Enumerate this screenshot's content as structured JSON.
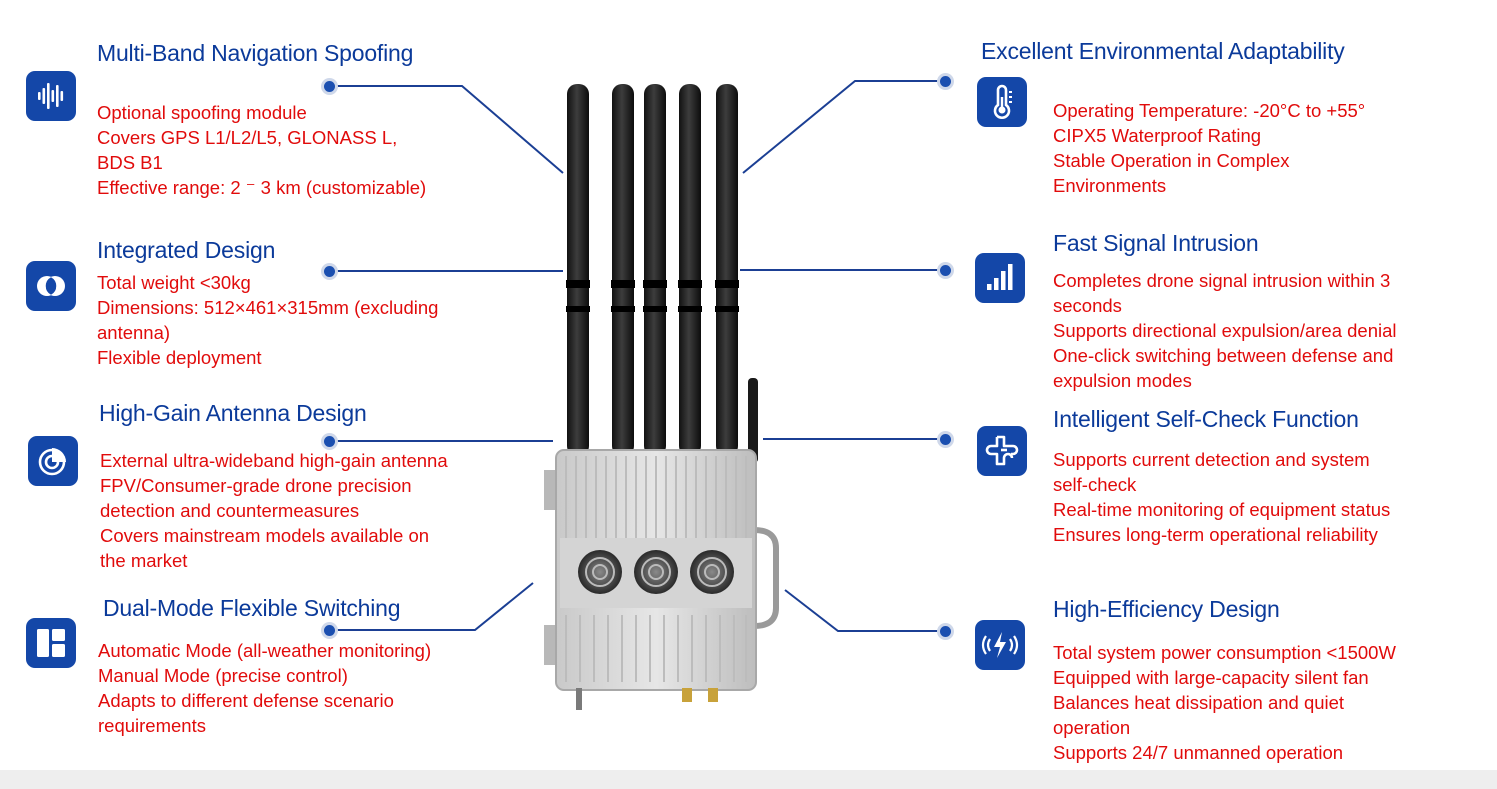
{
  "left_features": [
    {
      "title": "Multi-Band Navigation Spoofing",
      "icon": "audio-wave-icon",
      "lines": [
        "Optional spoofing module",
        "Covers GPS L1/L2/L5, GLONASS L,",
        "BDS B1",
        "Effective range: 2 ⁻ 3 km (customizable)"
      ]
    },
    {
      "title": "Integrated Design",
      "icon": "overlap-circles-icon",
      "lines": [
        "Total weight <30kg",
        "Dimensions: 512×461×315mm (excluding",
        "antenna)",
        "Flexible deployment"
      ]
    },
    {
      "title": "High-Gain Antenna Design",
      "icon": "radar-sweep-icon",
      "lines": [
        "External ultra-wideband high-gain antenna",
        "FPV/Consumer-grade drone precision",
        "detection and countermeasures",
        "Covers mainstream models available on",
        "the market"
      ]
    },
    {
      "title": "Dual-Mode Flexible Switching",
      "icon": "layout-panels-icon",
      "lines": [
        "Automatic Mode (all-weather monitoring)",
        "Manual Mode (precise control)",
        "Adapts to different defense scenario",
        "requirements"
      ]
    }
  ],
  "right_features": [
    {
      "title": "Excellent Environmental Adaptability",
      "icon": "thermometer-icon",
      "lines": [
        "Operating Temperature: -20°C to +55°",
        "CIPX5 Waterproof Rating",
        "Stable Operation in Complex",
        "Environments"
      ]
    },
    {
      "title": "Fast Signal Intrusion",
      "icon": "signal-bars-icon",
      "lines": [
        "Completes drone signal intrusion within 3",
        "seconds",
        "Supports directional expulsion/area denial",
        "One-click switching between defense and",
        "expulsion modes"
      ]
    },
    {
      "title": "Intelligent Self-Check Function",
      "icon": "cross-loop-icon",
      "lines": [
        "Supports current detection and system",
        "self-check",
        "Real-time monitoring of equipment status",
        "Ensures long-term operational reliability"
      ]
    },
    {
      "title": "High-Efficiency Design",
      "icon": "lightning-broadcast-icon",
      "lines": [
        "Total system power consumption <1500W",
        "Equipped with large-capacity silent fan",
        "Balances heat dissipation and quiet",
        "operation",
        "Supports 24/7 unmanned operation"
      ]
    }
  ],
  "colors": {
    "title": "#0b3a9a",
    "body_text": "#e10b0b",
    "icon_bg": "#1447a8",
    "leader_line": "#1b3f94"
  }
}
